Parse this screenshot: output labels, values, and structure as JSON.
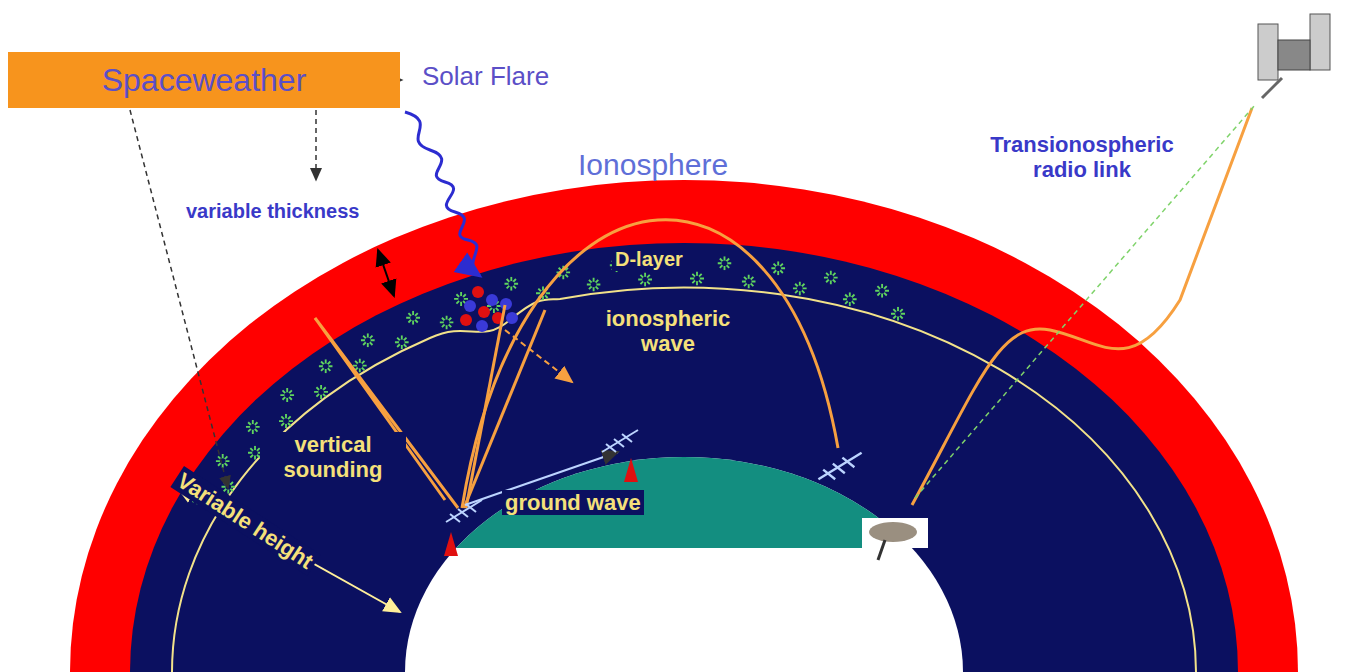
{
  "diagram": {
    "nodes": [
      {
        "text": [
          "Spaceweather"
        ]
      }
    ],
    "labels": [
      "Solar Flare",
      "Ionosphere",
      "variable thickness",
      "D-layer",
      "ionospheric wave",
      "vertical sounding",
      "ground wave",
      "Variable height",
      "Transionospheric radio link"
    ]
  }
}
